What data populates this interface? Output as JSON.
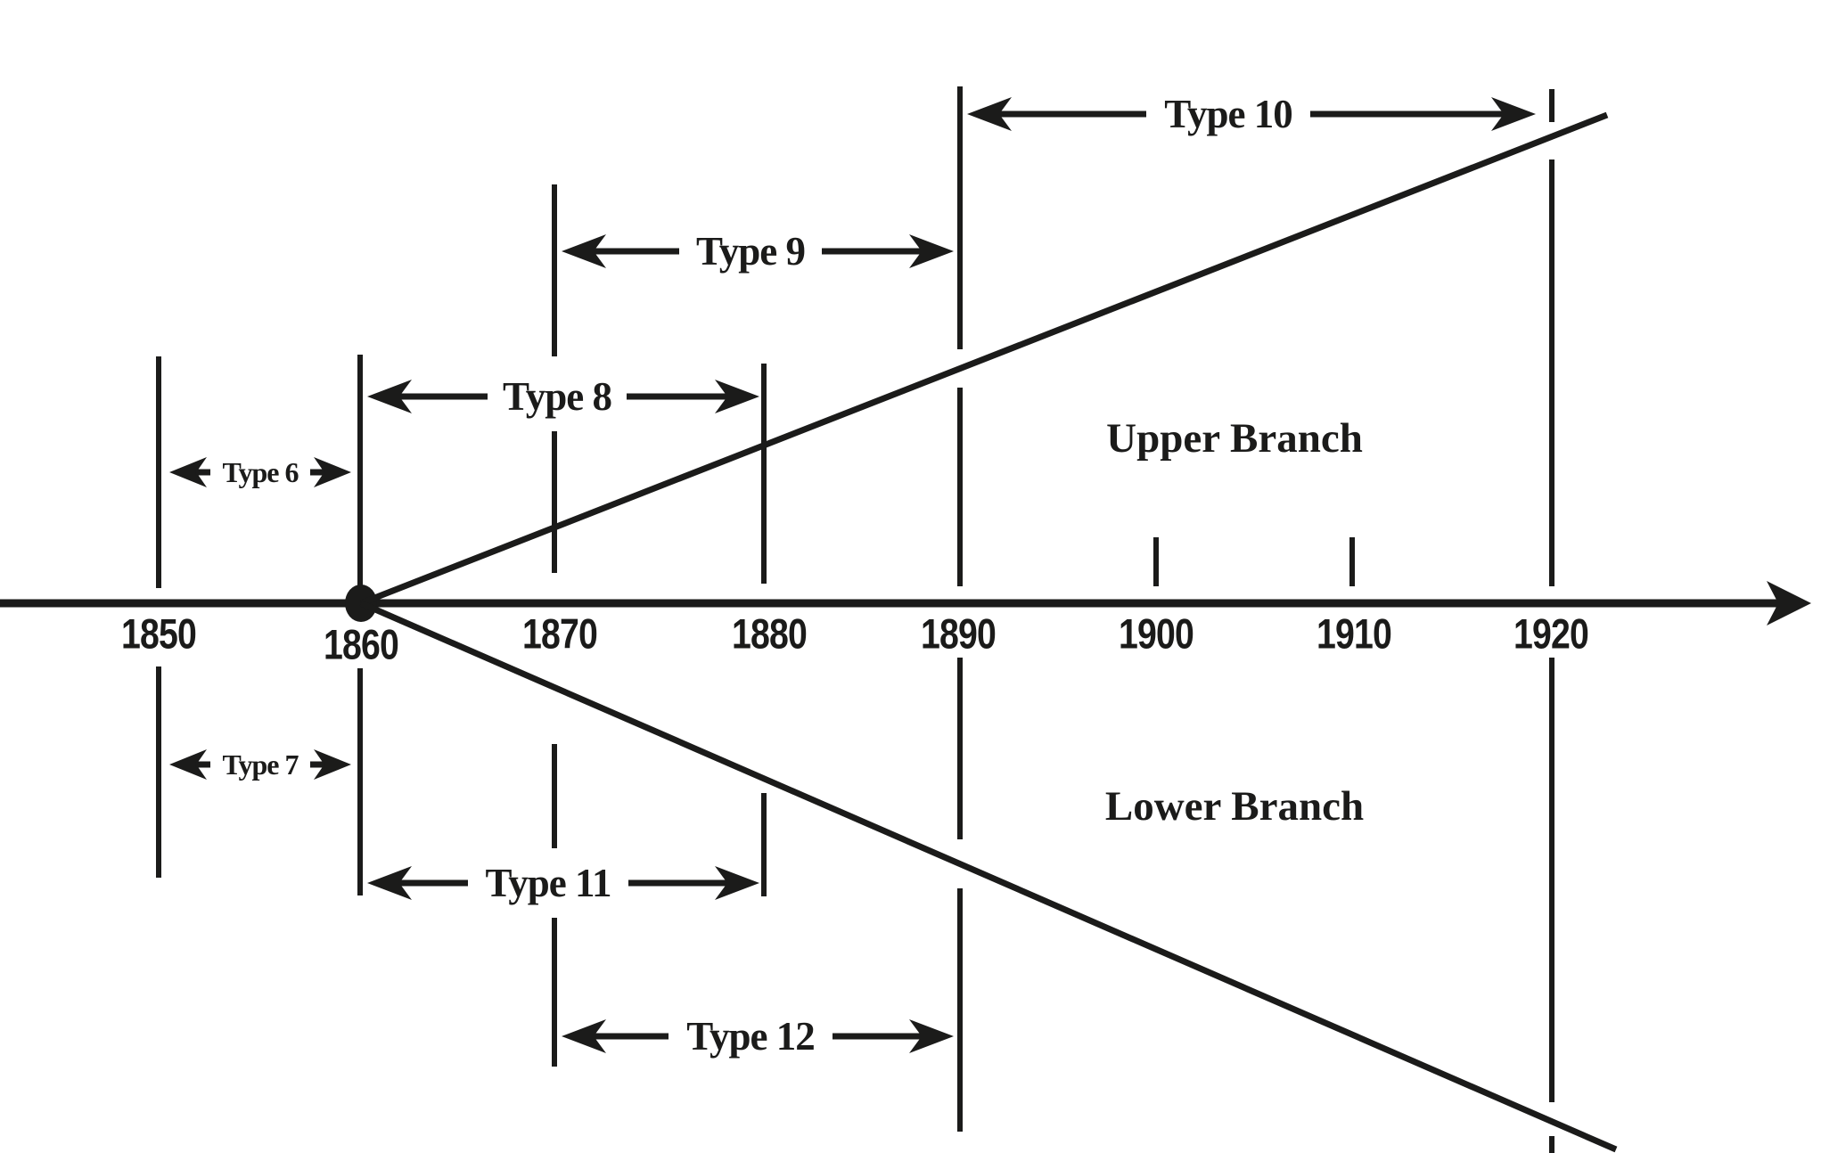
{
  "years": [
    "1850",
    "1860",
    "1870",
    "1880",
    "1890",
    "1900",
    "1910",
    "1920"
  ],
  "origin_year": "1860",
  "arrows": [
    {
      "label": "Type 6",
      "from": "1850",
      "to": "1860",
      "position": "above-axis"
    },
    {
      "label": "Type 7",
      "from": "1850",
      "to": "1860",
      "position": "below-axis"
    },
    {
      "label": "Type 8",
      "from": "1860",
      "to": "1880",
      "position": "above-axis"
    },
    {
      "label": "Type 9",
      "from": "1870",
      "to": "1890",
      "position": "above-axis"
    },
    {
      "label": "Type 10",
      "from": "1890",
      "to": "1920",
      "position": "above-axis"
    },
    {
      "label": "Type 11",
      "from": "1860",
      "to": "1880",
      "position": "below-axis"
    },
    {
      "label": "Type 12",
      "from": "1870",
      "to": "1890",
      "position": "below-axis"
    }
  ],
  "branches": {
    "upper": "Upper Branch",
    "lower": "Lower Branch"
  },
  "colors": {
    "ink": "#1b1b1a",
    "background": "#ffffff"
  }
}
